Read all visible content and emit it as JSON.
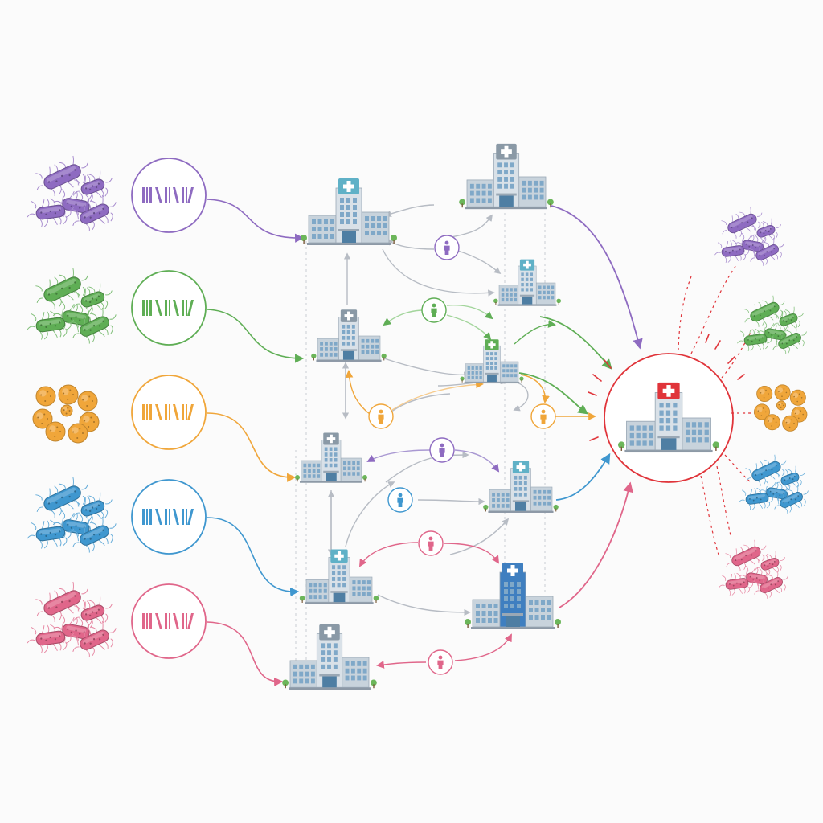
{
  "colors": {
    "purple": "#8e6bc1",
    "green": "#5fae55",
    "orange": "#f0a63a",
    "blue": "#3f97cf",
    "pink": "#e0668a",
    "red": "#e0343a",
    "gray": "#b7bcc4",
    "building": "#c8d3dc"
  },
  "strains": [
    {
      "id": "purple",
      "shape": "rod",
      "color": "#8e6bc1"
    },
    {
      "id": "green",
      "shape": "rod",
      "color": "#5fae55"
    },
    {
      "id": "orange",
      "shape": "coccus",
      "color": "#f0a63a"
    },
    {
      "id": "blue",
      "shape": "rod",
      "color": "#3f97cf"
    },
    {
      "id": "pink",
      "shape": "rod",
      "color": "#e0668a"
    }
  ],
  "icons": [
    "bacteria-icon",
    "dna-barcode-icon",
    "hospital-icon",
    "person-icon",
    "central-hospital-icon"
  ]
}
